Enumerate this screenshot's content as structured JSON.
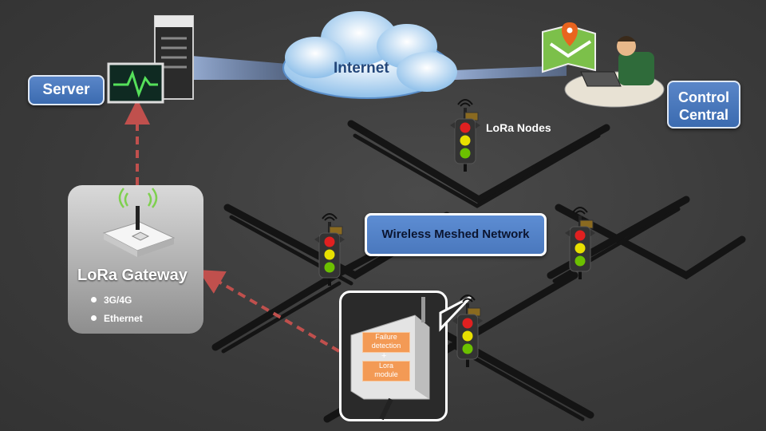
{
  "nodes": {
    "server": "Server",
    "internet": "Internet",
    "control_central_line1": "Control",
    "control_central_line2": "Central",
    "lora_nodes": "LoRa Nodes",
    "wireless_meshed_network": "Wireless Meshed Network",
    "lora_gateway": "LoRa Gateway"
  },
  "gateway_features": [
    "3G/4G",
    "Ethernet"
  ],
  "module": {
    "label1_line1": "Failure",
    "label1_line2": "detection",
    "plus": "+",
    "label2_line1": "Lora",
    "label2_line2": "module"
  },
  "colors": {
    "label_blue": "#4a78bd",
    "dashed_arrow": "#c0504d",
    "module_label": "#f39a55",
    "light_red": "#e02020",
    "light_yellow": "#e8e000",
    "light_green": "#6cc000"
  }
}
